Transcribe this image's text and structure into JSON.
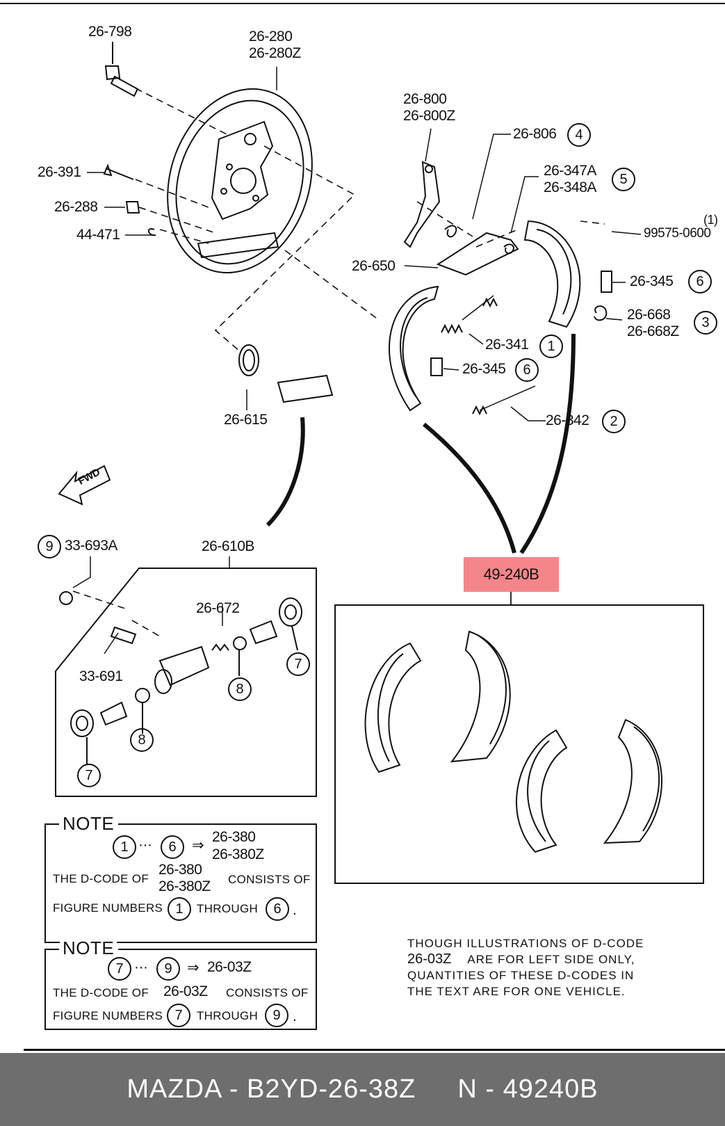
{
  "callouts": {
    "p26798": "26-798",
    "p26280": "26-280",
    "p26280z": "26-280Z",
    "p26391": "26-391",
    "p26288": "26-288",
    "p44471": "44-471",
    "p26800": "26-800",
    "p26800z": "26-800Z",
    "p26806": "26-806",
    "p26347a": "26-347A",
    "p26348a": "26-348A",
    "p99575": "99575-0600",
    "p99575_qty": "(1)",
    "p26650": "26-650",
    "p26345a": "26-345",
    "p26668": "26-668",
    "p26668z": "26-668Z",
    "p26341": "26-341",
    "p26345b": "26-345",
    "p26342": "26-342",
    "p26615": "26-615",
    "p33693a": "33-693A",
    "p26610b": "26-610B",
    "p26672": "26-672",
    "p33691": "33-691",
    "p49240b": "49-240B",
    "fwd": "FWD"
  },
  "figure_numbers": {
    "c1": "1",
    "c2": "2",
    "c3": "3",
    "c4": "4",
    "c5": "5",
    "c6a": "6",
    "c6b": "6",
    "c7a": "7",
    "c7b": "7",
    "c8a": "8",
    "c8b": "8",
    "c9": "9"
  },
  "note1": {
    "title": "NOTE",
    "from": "1",
    "dots": "···",
    "to": "6",
    "arrow": "⇒",
    "code1": "26-380",
    "code2": "26-380Z",
    "text_a": "THE D-CODE OF",
    "text_b": "CONSISTS OF",
    "text_c": "FIGURE NUMBERS",
    "through": "THROUGH",
    "period": "."
  },
  "note2": {
    "title": "NOTE",
    "from": "7",
    "dots": "···",
    "to": "9",
    "arrow": "⇒",
    "code": "26-03Z",
    "text_a": "THE D-CODE OF",
    "text_b": "CONSISTS OF",
    "text_c": "FIGURE NUMBERS",
    "through": "THROUGH",
    "period": "."
  },
  "disclaimer": {
    "line1": "THOUGH ILLUSTRATIONS OF D-CODE",
    "line2a": "26-03Z",
    "line2b": "ARE FOR LEFT SIDE ONLY,",
    "line3": "QUANTITIES OF THESE D-CODES IN",
    "line4": "THE TEXT ARE FOR ONE VEHICLE."
  },
  "footer": {
    "brand_part": "MAZDA - B2YD-26-38Z",
    "oem_part": "N - 49240B"
  },
  "colors": {
    "highlight": "#f4868a",
    "footer_bg": "#6e6e6e",
    "ink": "#111111"
  }
}
